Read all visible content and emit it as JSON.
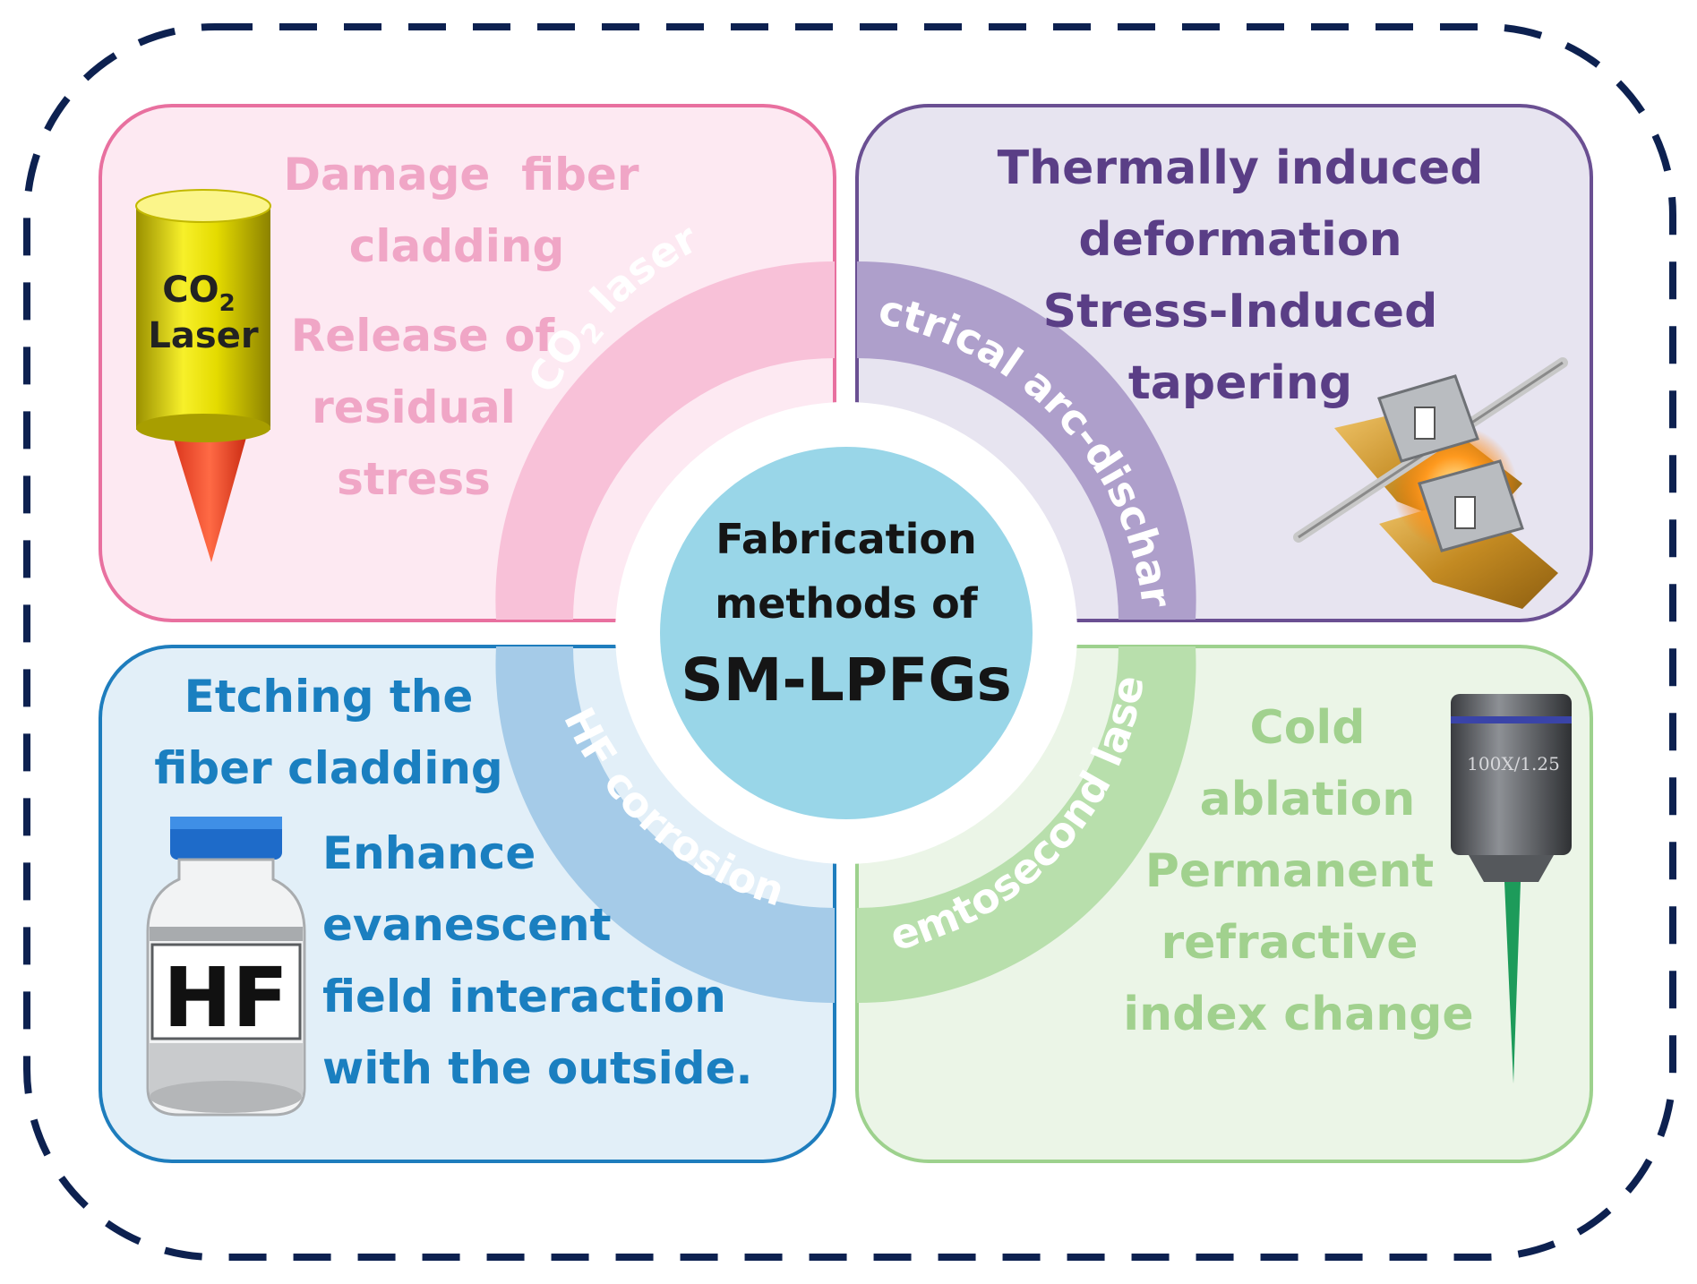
{
  "center": {
    "line1": "Fabrication",
    "line2": "methods of",
    "line3": "SM-LPFGs"
  },
  "quadrants": {
    "co2": {
      "method": "CO",
      "method_sub": "2",
      "method_rest": " laser",
      "icon_label_1": "CO",
      "icon_label_1_sub": "2",
      "icon_label_2": "Laser",
      "lines": [
        "Damage  fiber",
        "cladding",
        "Release of",
        "residual",
        "stress"
      ],
      "color": "#ef9ec0"
    },
    "arc": {
      "method": "electrical arc-discharge",
      "lines": [
        "Thermally induced",
        "deformation",
        "Stress-Induced",
        "tapering"
      ],
      "color": "#5b3f87"
    },
    "hf": {
      "method": "HF corrosion",
      "icon_label": "HF",
      "lines": [
        "Etching the",
        "fiber cladding",
        "Enhance",
        "evanescent",
        "field interaction",
        "with the outside."
      ],
      "color": "#1a7fc0"
    },
    "fs": {
      "method": "Femtosecond laser",
      "lens_text": "100X/1.25",
      "lines": [
        "Cold",
        "ablation",
        "Permanent",
        "refractive",
        "index change"
      ],
      "color": "#9ccf8c"
    }
  }
}
